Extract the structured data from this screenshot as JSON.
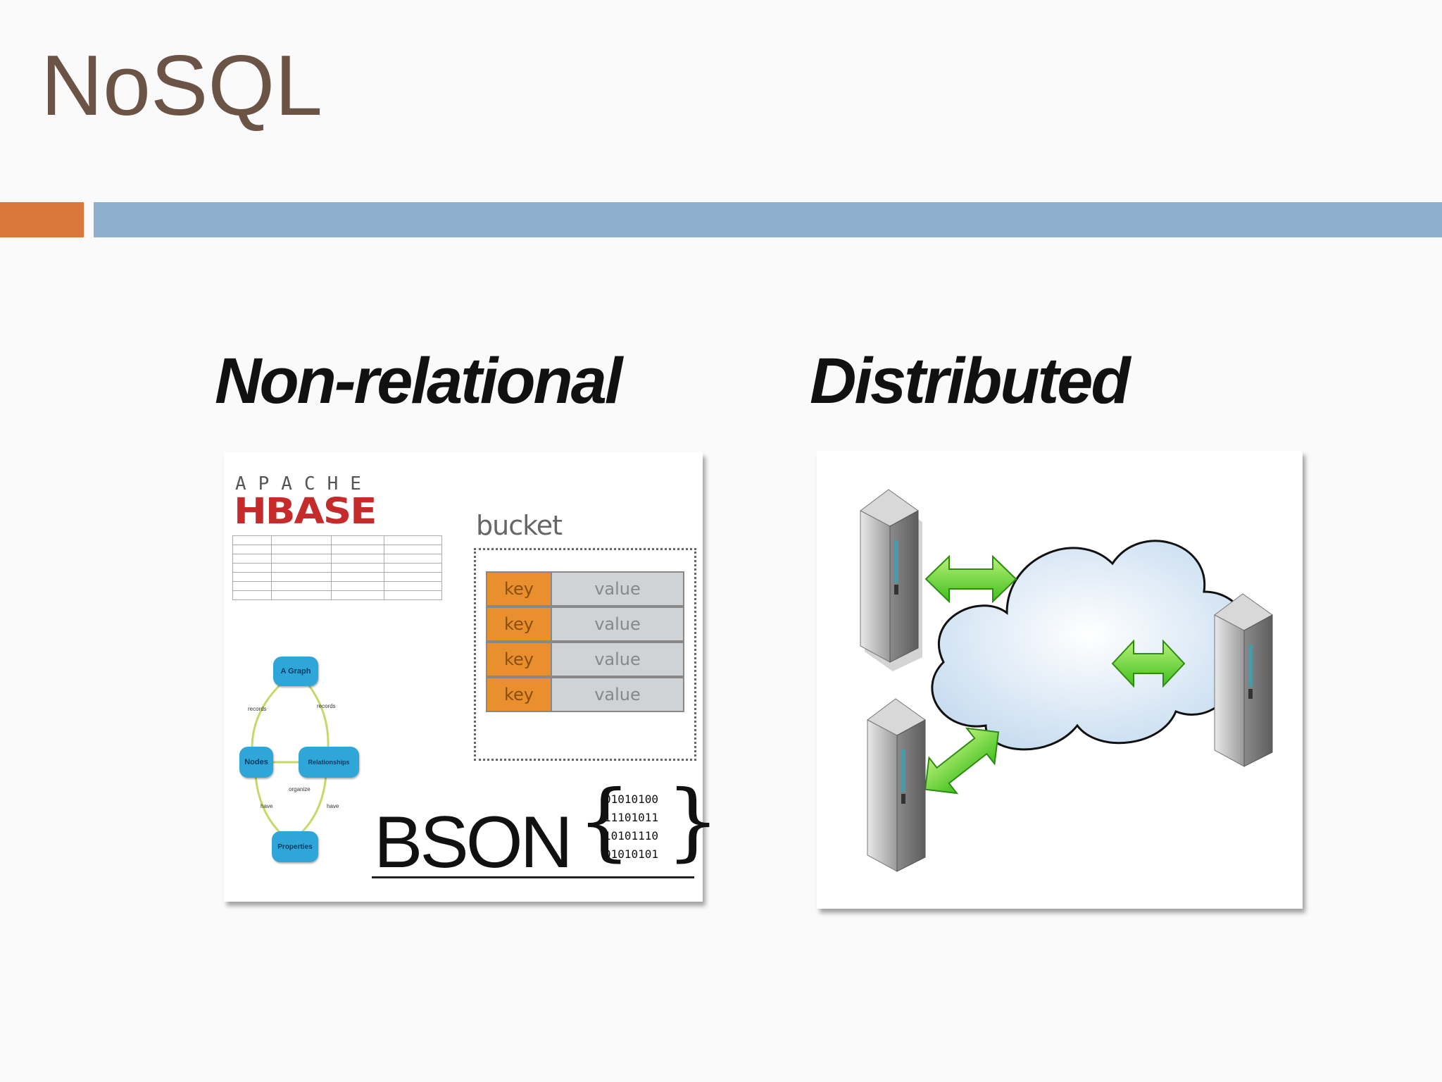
{
  "slide": {
    "title": "NoSQL",
    "accent_orange": "#d9773a",
    "accent_blue": "#8db0ce"
  },
  "left": {
    "heading": "Non-relational",
    "hbase": {
      "apache": "APACHE",
      "name": "HBASE",
      "color": "#c62b2b"
    },
    "bucket": {
      "label": "bucket",
      "rows": [
        {
          "key": "key",
          "value": "value"
        },
        {
          "key": "key",
          "value": "value"
        },
        {
          "key": "key",
          "value": "value"
        },
        {
          "key": "key",
          "value": "value"
        }
      ]
    },
    "graph": {
      "nodes": [
        "A Graph",
        "Nodes",
        "Relationships",
        "Properties"
      ],
      "edges": [
        "records",
        "records",
        "organize",
        "have",
        "have"
      ]
    },
    "bson": {
      "label": "BSON",
      "bits": [
        "01010100",
        "11101011",
        "10101110",
        "01010101"
      ]
    }
  },
  "right": {
    "heading": "Distributed",
    "icons": [
      "server-icon",
      "server-icon",
      "server-icon",
      "cloud-icon",
      "bidirectional-arrow-icon"
    ]
  }
}
